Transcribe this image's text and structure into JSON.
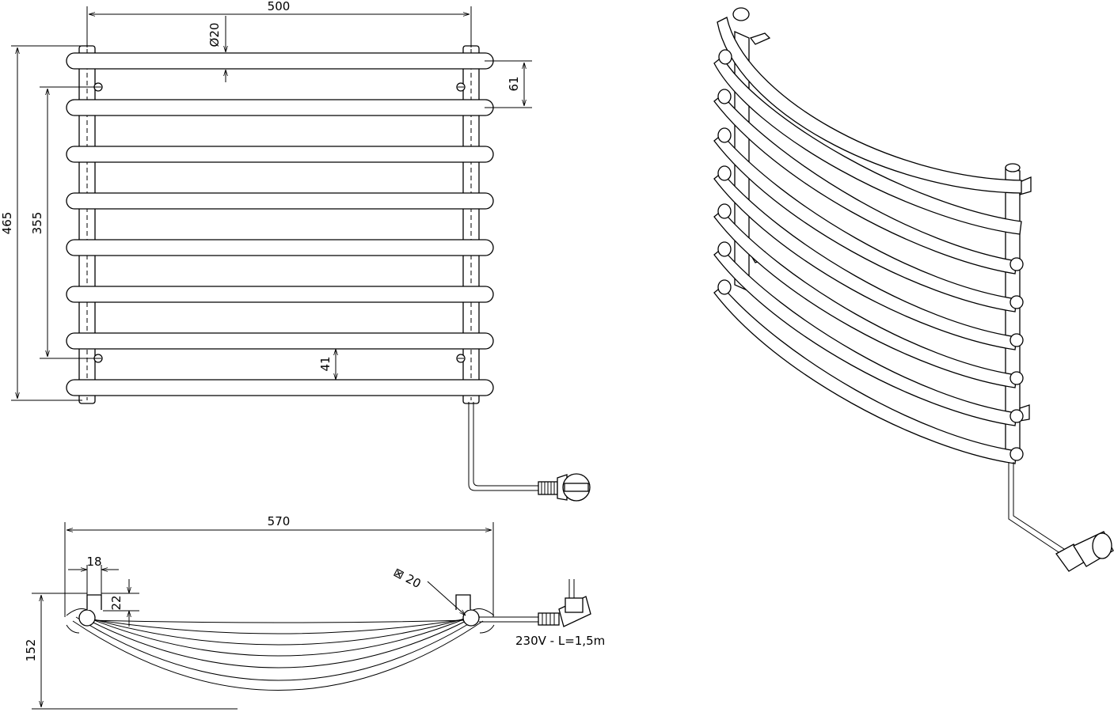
{
  "front_view": {
    "width_label": "500",
    "height_label": "465",
    "mount_spacing_label": "355",
    "tube_diameter_label": "Ø20",
    "top_gap_label": "61",
    "bottom_gap_label": "41"
  },
  "top_view": {
    "width_label": "570",
    "bracket_width_label": "18",
    "bracket_depth_label": "22",
    "depth_label": "152",
    "square_tube_label": "⊠ 20",
    "power_label": "230V - L=1,5m"
  }
}
